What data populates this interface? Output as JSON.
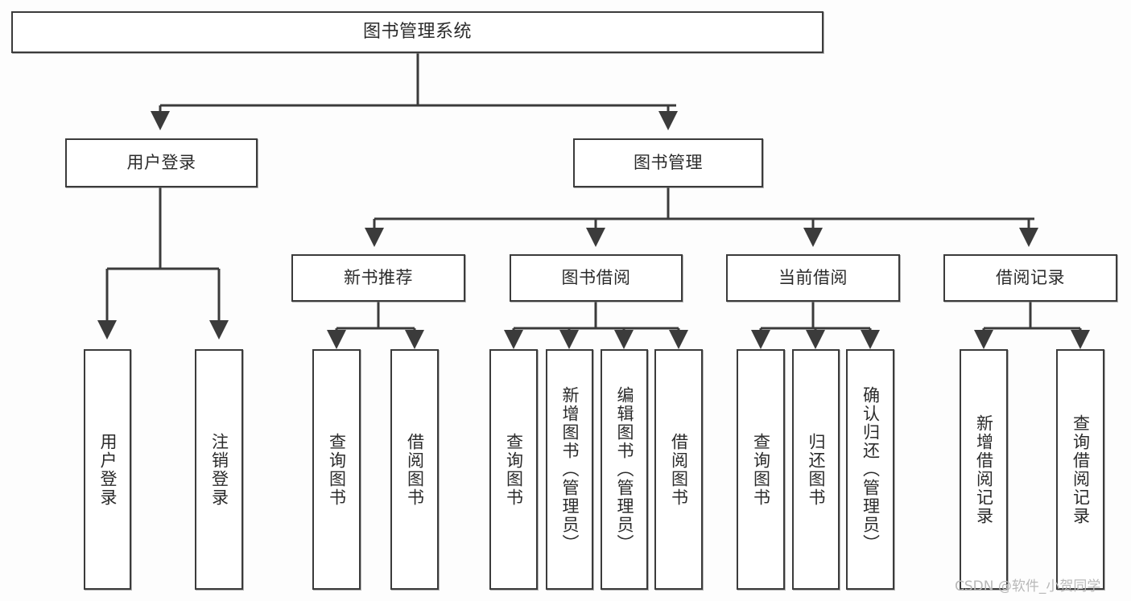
{
  "diagram": {
    "title": "图书管理系统",
    "type": "tree-hierarchy-functional-decomposition",
    "watermark": "CSDN @软件_小贺同学",
    "colors": {
      "background": "#fdfdfd",
      "box_fill": "#ffffff",
      "box_border": "#3b3b3b",
      "connector": "#3b3b3b",
      "text": "#2b2b2b",
      "watermark": "#b9b9b9"
    },
    "levels": {
      "root": {
        "label": "图书管理系统"
      },
      "level2": [
        {
          "label": "用户登录"
        },
        {
          "label": "图书管理"
        }
      ],
      "level3": [
        {
          "label": "新书推荐"
        },
        {
          "label": "图书借阅"
        },
        {
          "label": "当前借阅"
        },
        {
          "label": "借阅记录"
        }
      ],
      "leaves_user_login": [
        {
          "label": "用户登录"
        },
        {
          "label": "注销登录"
        }
      ],
      "leaves_new_book": [
        {
          "label": "查询图书"
        },
        {
          "label": "借阅图书"
        }
      ],
      "leaves_borrow": [
        {
          "label": "查询图书"
        },
        {
          "label": "新增图书（管理员）"
        },
        {
          "label": "编辑图书（管理员）"
        },
        {
          "label": "借阅图书"
        }
      ],
      "leaves_current": [
        {
          "label": "查询图书"
        },
        {
          "label": "归还图书"
        },
        {
          "label": "确认归还（管理员）"
        }
      ],
      "leaves_record": [
        {
          "label": "新增借阅记录"
        },
        {
          "label": "查询借阅记录"
        }
      ]
    }
  }
}
